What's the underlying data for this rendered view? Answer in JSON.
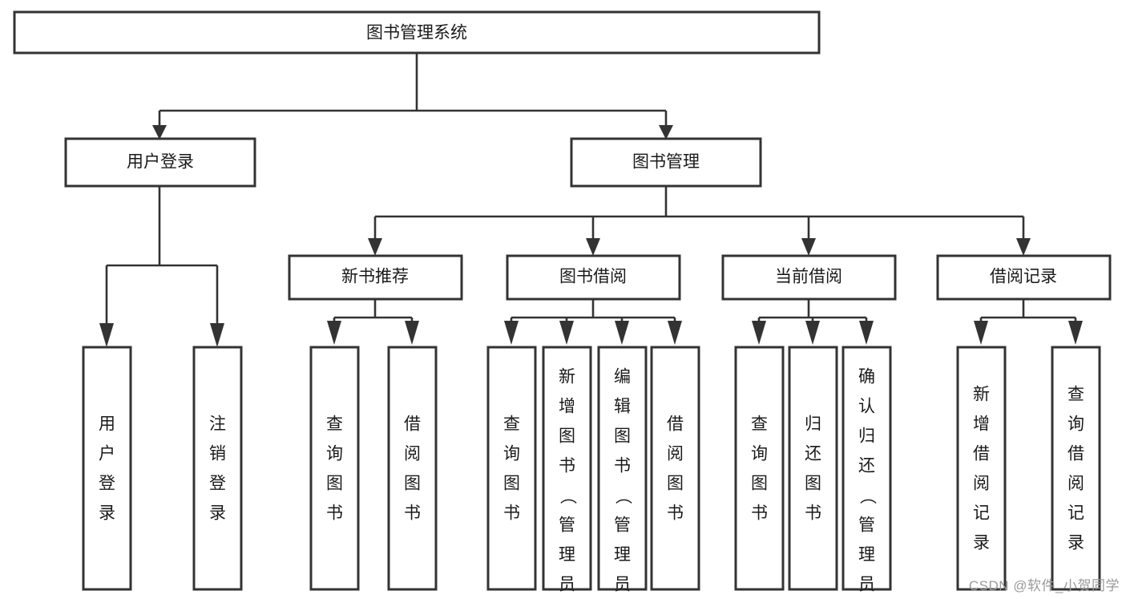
{
  "diagram": {
    "title": "图书管理系统",
    "watermark": "CSDN @软件_小贺同学",
    "colors": {
      "box_stroke": "#333333",
      "box_fill": "#ffffff",
      "text": "#1a1a1a",
      "connector": "#333333",
      "watermark": "#9a9a9a",
      "background": "#ffffff"
    },
    "levels": {
      "root": "图书管理系统",
      "level2": [
        "用户登录",
        "图书管理"
      ],
      "level3": [
        "新书推荐",
        "图书借阅",
        "当前借阅",
        "借阅记录"
      ],
      "level4": [
        "用户登录",
        "注销登录",
        "查询图书",
        "借阅图书",
        "查询图书",
        "新增图书（管理员）",
        "编辑图书（管理员）",
        "借阅图书",
        "查询图书",
        "归还图书",
        "确认归还（管理员）",
        "新增借阅记录",
        "查询借阅记录"
      ]
    },
    "nodes": {
      "root": {
        "label": "图书管理系统"
      },
      "user_login": {
        "label": "用户登录"
      },
      "book_manage": {
        "label": "图书管理"
      },
      "new_book_rec": {
        "label": "新书推荐"
      },
      "book_borrow": {
        "label": "图书借阅"
      },
      "current_borrow": {
        "label": "当前借阅"
      },
      "borrow_record": {
        "label": "借阅记录"
      },
      "leaf_user_login": {
        "label": "用户登录"
      },
      "leaf_logout": {
        "label": "注销登录"
      },
      "leaf_query_book_1": {
        "label": "查询图书"
      },
      "leaf_borrow_book_1": {
        "label": "借阅图书"
      },
      "leaf_query_book_2": {
        "label": "查询图书"
      },
      "leaf_add_book_admin": {
        "label": "新增图书（管理员）"
      },
      "leaf_edit_book_admin": {
        "label": "编辑图书（管理员）"
      },
      "leaf_borrow_book_2": {
        "label": "借阅图书"
      },
      "leaf_query_book_3": {
        "label": "查询图书"
      },
      "leaf_return_book": {
        "label": "归还图书"
      },
      "leaf_confirm_return_admin": {
        "label": "确认归还（管理员）"
      },
      "leaf_add_borrow_record": {
        "label": "新增借阅记录"
      },
      "leaf_query_borrow_record": {
        "label": "查询借阅记录"
      }
    }
  }
}
